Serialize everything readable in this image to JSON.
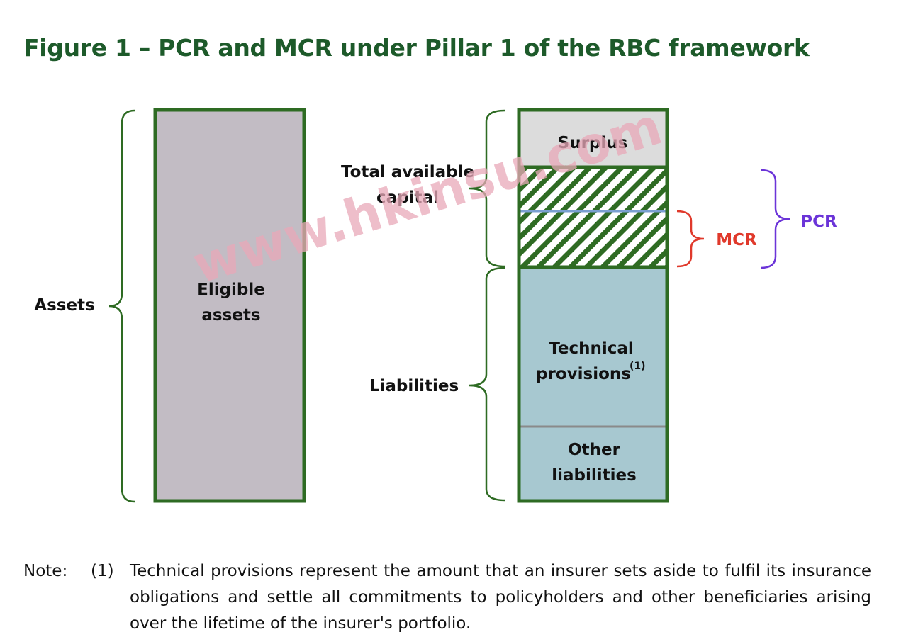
{
  "title": "Figure 1 – PCR and MCR under Pillar 1 of the RBC framework",
  "labels": {
    "assets": "Assets",
    "eligible_assets_line1": "Eligible",
    "eligible_assets_line2": "assets",
    "total_available_capital_line1": "Total available",
    "total_available_capital_line2": "capital",
    "liabilities": "Liabilities",
    "surplus": "Surplus",
    "technical_provisions_line1": "Technical",
    "technical_provisions_line2": "provisions",
    "technical_provisions_sup": "(1)",
    "other_liabilities_line1": "Other",
    "other_liabilities_line2": "liabilities",
    "mcr": "MCR",
    "pcr": "PCR"
  },
  "watermark": "www.hkinsu.com",
  "note": {
    "label": "Note:",
    "number": "(1)",
    "text": "Technical provisions represent the amount that an insurer sets aside to fulfil its insurance obligations and settle all commitments to policyholders and other beneficiaries arising over the lifetime of the insurer's portfolio."
  },
  "colors": {
    "title": "#1d5a2a",
    "border_green": "#2e6b23",
    "eligible_assets_fill": "#c2bcc4",
    "surplus_fill": "#dcdcdc",
    "liabilities_fill": "#a7c8d0",
    "mcr": "#e0392b",
    "pcr": "#6b34d8",
    "pcr_line": "#7a9fd0",
    "watermark": "#e8a8b8"
  }
}
